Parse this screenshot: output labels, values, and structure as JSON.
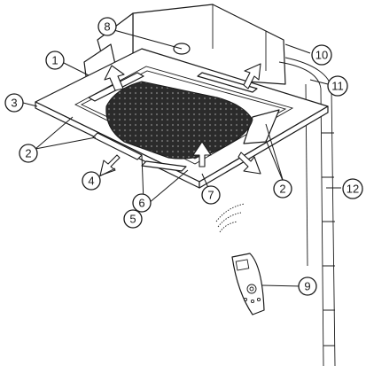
{
  "callouts": {
    "c1": "1",
    "c2a": "2",
    "c2b": "2",
    "c3": "3",
    "c4": "4",
    "c5": "5",
    "c6": "6",
    "c7": "7",
    "c8": "8",
    "c9": "9",
    "c10": "10",
    "c11": "11",
    "c12": "12"
  },
  "colors": {
    "line": "#1a1a1a",
    "grille": "#2b2b2b",
    "background": "#ffffff"
  }
}
